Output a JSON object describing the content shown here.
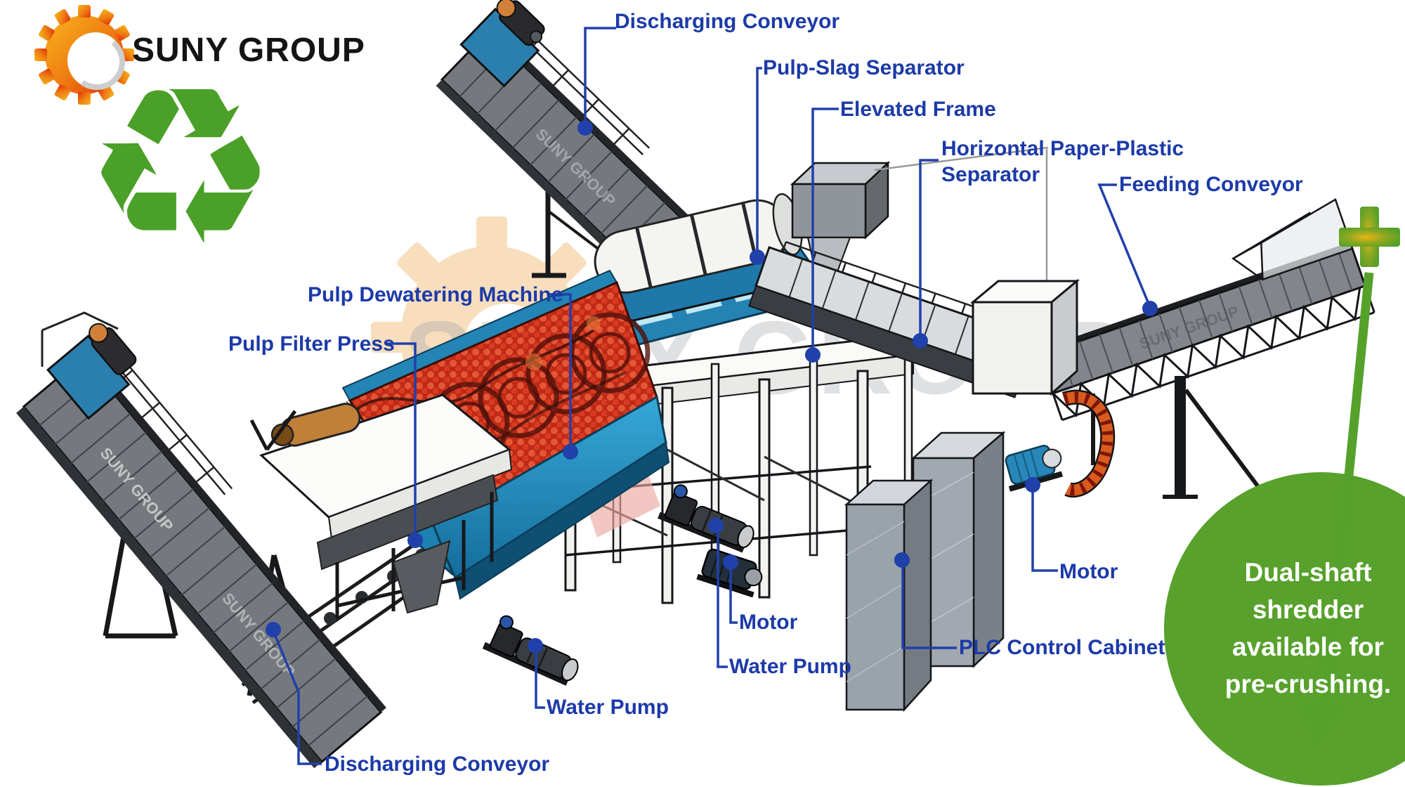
{
  "brand": {
    "name": "SUNY GROUP"
  },
  "watermark": {
    "text": "SUNY GROUP"
  },
  "icons": {
    "recycle": "♻",
    "gear": "gear-icon",
    "plus": "plus-icon",
    "down_arrow": "down-arrow-icon"
  },
  "colors": {
    "label_blue": "#1c3aa8",
    "leader_blue": "#2040aa",
    "green": "#56a12b",
    "gear_orange": "#f08a18",
    "machine_red": "#cf3420",
    "machine_blue": "#2583b4",
    "belt_gray": "#75797f"
  },
  "diagram": {
    "labels": [
      {
        "id": "discharging-conveyor-top",
        "text": "Discharging Conveyor"
      },
      {
        "id": "pulp-slag-separator",
        "text": "Pulp-Slag Separator"
      },
      {
        "id": "elevated-frame",
        "text": "Elevated Frame"
      },
      {
        "id": "horizontal-paper-plastic-separator",
        "line1": "Horizontal Paper-Plastic",
        "line2": "Separator"
      },
      {
        "id": "feeding-conveyor",
        "text": "Feeding Conveyor"
      },
      {
        "id": "pulp-dewatering-machine",
        "text": "Pulp Dewatering Machine"
      },
      {
        "id": "pulp-filter-press",
        "text": "Pulp Filter Press"
      },
      {
        "id": "motor-center",
        "text": "Motor"
      },
      {
        "id": "water-pump-center",
        "text": "Water Pump"
      },
      {
        "id": "water-pump-left",
        "text": "Water Pump"
      },
      {
        "id": "discharging-conveyor-bottom",
        "text": "Discharging Conveyor"
      },
      {
        "id": "motor-right",
        "text": "Motor"
      },
      {
        "id": "plc-control-cabinet",
        "text": "PLC Control Cabinet"
      }
    ]
  },
  "callout": {
    "line1": "Dual-shaft",
    "line2": "shredder",
    "line3": "available for",
    "line4": "pre-crushing."
  }
}
